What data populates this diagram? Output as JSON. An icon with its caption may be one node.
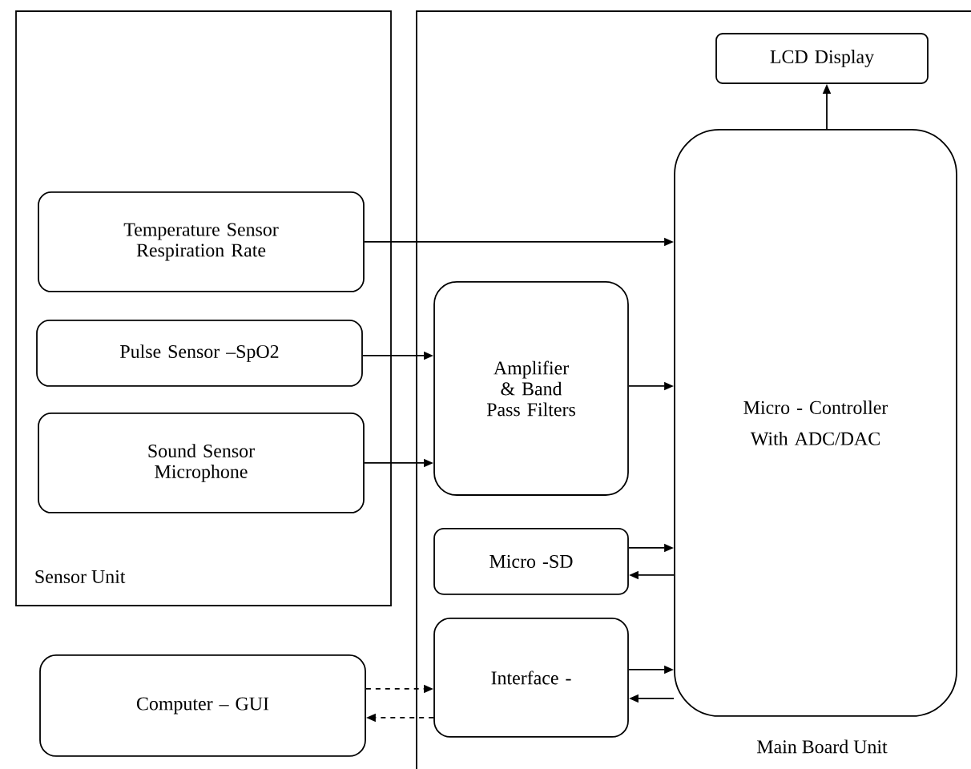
{
  "diagram": {
    "nodes": [
      {
        "text": [
          "Sensor Unit"
        ]
      },
      {
        "text": [
          "Main Board Unit"
        ]
      },
      {
        "text": [
          "Temperature Sensor Respiration Rate"
        ],
        "in": 0
      },
      {
        "text": [
          "Pulse Sensor –SpO2"
        ],
        "in": 0
      },
      {
        "text": [
          "Sound Sensor Microphone"
        ],
        "in": 0
      },
      {
        "text": [
          "Amplifier & Band Pass Filters"
        ],
        "in": 1
      },
      {
        "text": [
          "LCD Display"
        ],
        "in": 1
      },
      {
        "text": [
          "Micro - Controller With ADC/DAC"
        ],
        "in": 1
      },
      {
        "text": [
          "Micro -SD"
        ],
        "in": 1
      },
      {
        "text": [
          "Interface -"
        ],
        "in": 1
      },
      {
        "text": [
          "Computer – GUI"
        ]
      }
    ],
    "edges": [
      {
        "from": 2,
        "to": 7,
        "arrow": "to"
      },
      {
        "from": 3,
        "to": 5,
        "arrow": "to"
      },
      {
        "from": 4,
        "to": 5,
        "arrow": "to"
      },
      {
        "from": 5,
        "to": 7,
        "arrow": "to"
      },
      {
        "from": 7,
        "to": 6,
        "arrow": "to"
      },
      {
        "from": 8,
        "to": 7,
        "arrow": "to"
      },
      {
        "from": 7,
        "to": 8,
        "arrow": "to"
      },
      {
        "from": 9,
        "to": 7,
        "arrow": "to"
      },
      {
        "from": 7,
        "to": 9,
        "arrow": "to"
      },
      {
        "from": 10,
        "to": 9,
        "arrow": "to",
        "style": "dashed"
      },
      {
        "from": 9,
        "to": 10,
        "arrow": "to",
        "style": "dashed"
      }
    ]
  }
}
